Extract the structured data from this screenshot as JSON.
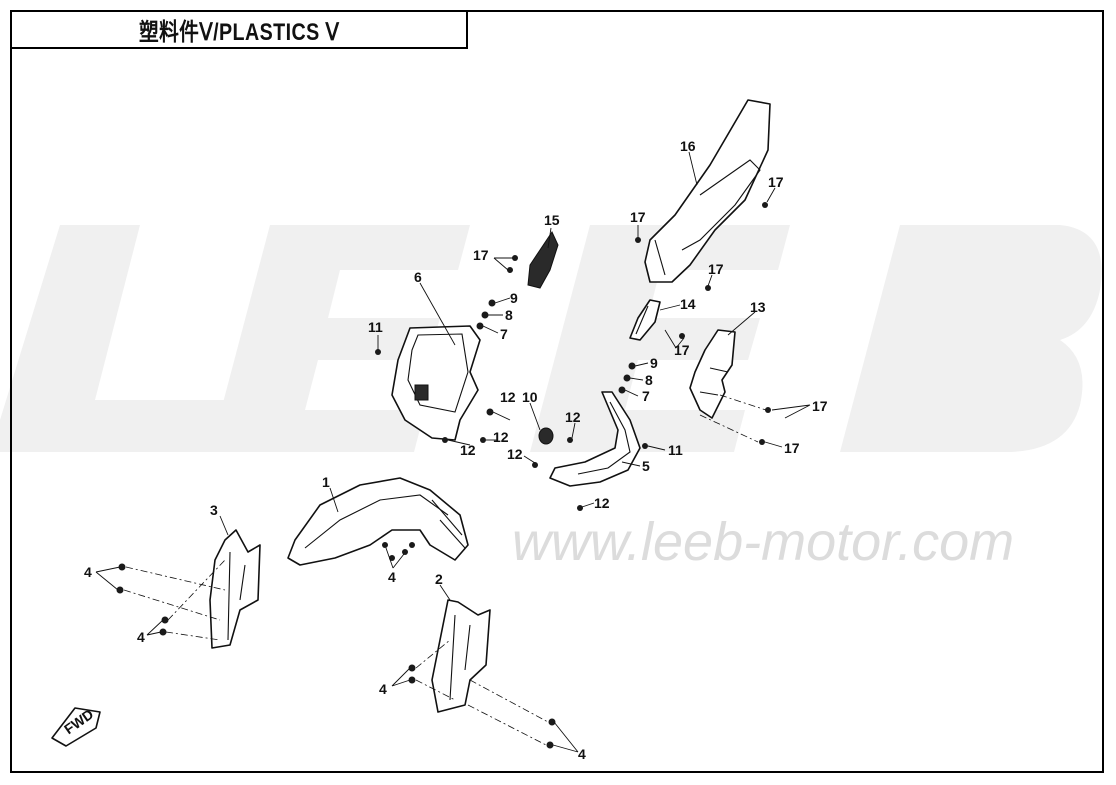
{
  "header": {
    "title": "塑料件Ⅴ/PLASTICS Ⅴ"
  },
  "watermark": {
    "logo_text": "LEEB",
    "url": "www.leeb-motor.com"
  },
  "direction_marker": {
    "label": "FWD"
  },
  "colors": {
    "line": "#111111",
    "watermark": "#f0f0f0",
    "watermark_url": "#dcdcdc"
  },
  "callouts": {
    "c1": "1",
    "c2": "2",
    "c3": "3",
    "c4a": "4",
    "c4b": "4",
    "c4c": "4",
    "c4d": "4",
    "c4e": "4",
    "c5": "5",
    "c6": "6",
    "c7a": "7",
    "c7b": "7",
    "c8a": "8",
    "c8b": "8",
    "c9a": "9",
    "c9b": "9",
    "c10": "10",
    "c11a": "11",
    "c11b": "11",
    "c12a": "12",
    "c12b": "12",
    "c12c": "12",
    "c12d": "12",
    "c12e": "12",
    "c12f": "12",
    "c13": "13",
    "c14": "14",
    "c15": "15",
    "c16": "16",
    "c17a": "17",
    "c17b": "17",
    "c17c": "17",
    "c17d": "17",
    "c17e": "17",
    "c17f": "17"
  }
}
